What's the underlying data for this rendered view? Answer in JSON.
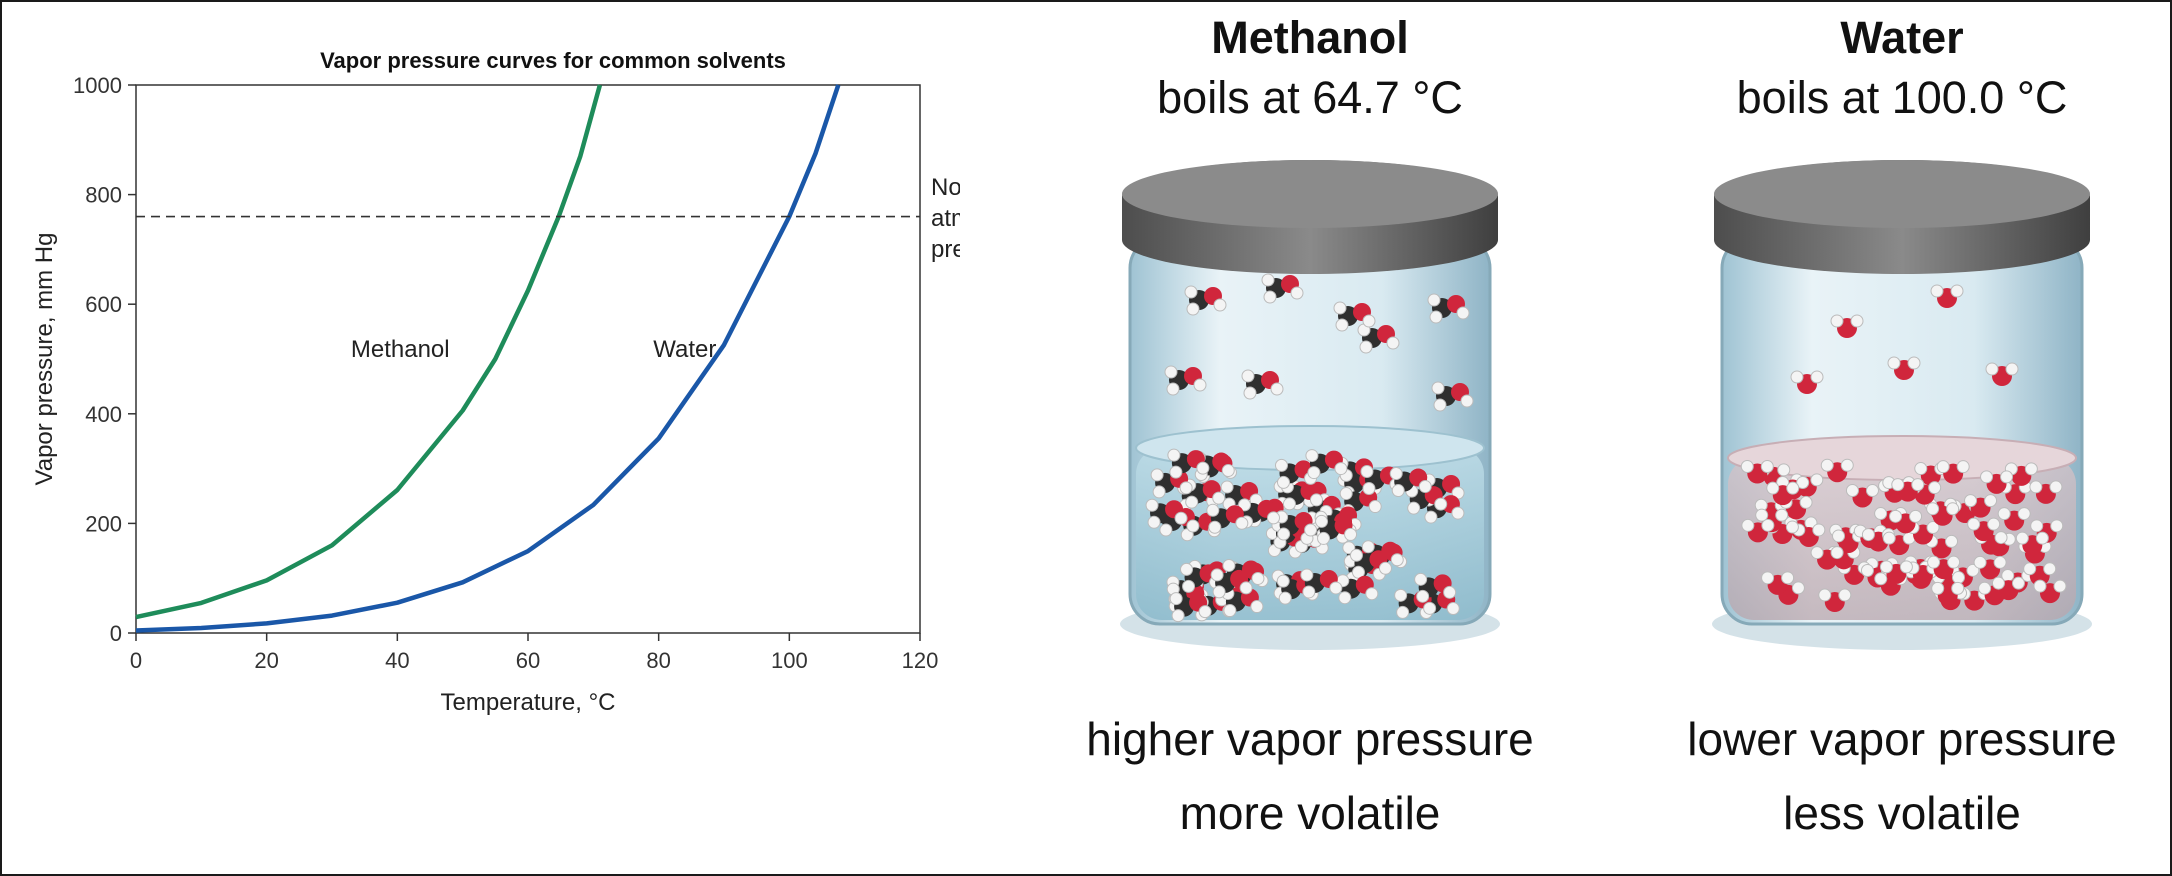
{
  "chart_data": {
    "type": "line",
    "title": "Vapor pressure curves for common solvents",
    "xlabel": "Temperature, °C",
    "ylabel": "Vapor pressure, mm Hg",
    "xlim": [
      0,
      120
    ],
    "ylim": [
      0,
      1000
    ],
    "xticks": [
      "0",
      "20",
      "40",
      "60",
      "80",
      "100",
      "120"
    ],
    "yticks": [
      "0",
      "200",
      "400",
      "600",
      "800",
      "1000"
    ],
    "reference_line": {
      "y": 760,
      "label": [
        "Normal",
        "atmospheric",
        "pressure"
      ]
    },
    "series": [
      {
        "name": "Methanol",
        "color": "#1e8c5a",
        "x": [
          0,
          10,
          20,
          30,
          40,
          50,
          55,
          60,
          64.7,
          68,
          71
        ],
        "y": [
          29,
          55,
          96,
          160,
          261,
          406,
          500,
          625,
          760,
          870,
          1000
        ]
      },
      {
        "name": "Water",
        "color": "#1a57a8",
        "x": [
          0,
          10,
          20,
          30,
          40,
          50,
          60,
          70,
          80,
          90,
          100,
          104,
          107.5
        ],
        "y": [
          4.6,
          9.2,
          17.5,
          31.8,
          55.3,
          92.5,
          149.4,
          233.7,
          355.1,
          525.8,
          760,
          875,
          1000
        ]
      }
    ]
  },
  "panels": [
    {
      "title": "Methanol",
      "boils": "boils at 64.7 °C",
      "line1": "higher vapor pressure",
      "line2": "more volatile"
    },
    {
      "title": "Water",
      "boils": "boils at 100.0 °C",
      "line1": "lower vapor pressure",
      "line2": "less volatile"
    }
  ]
}
